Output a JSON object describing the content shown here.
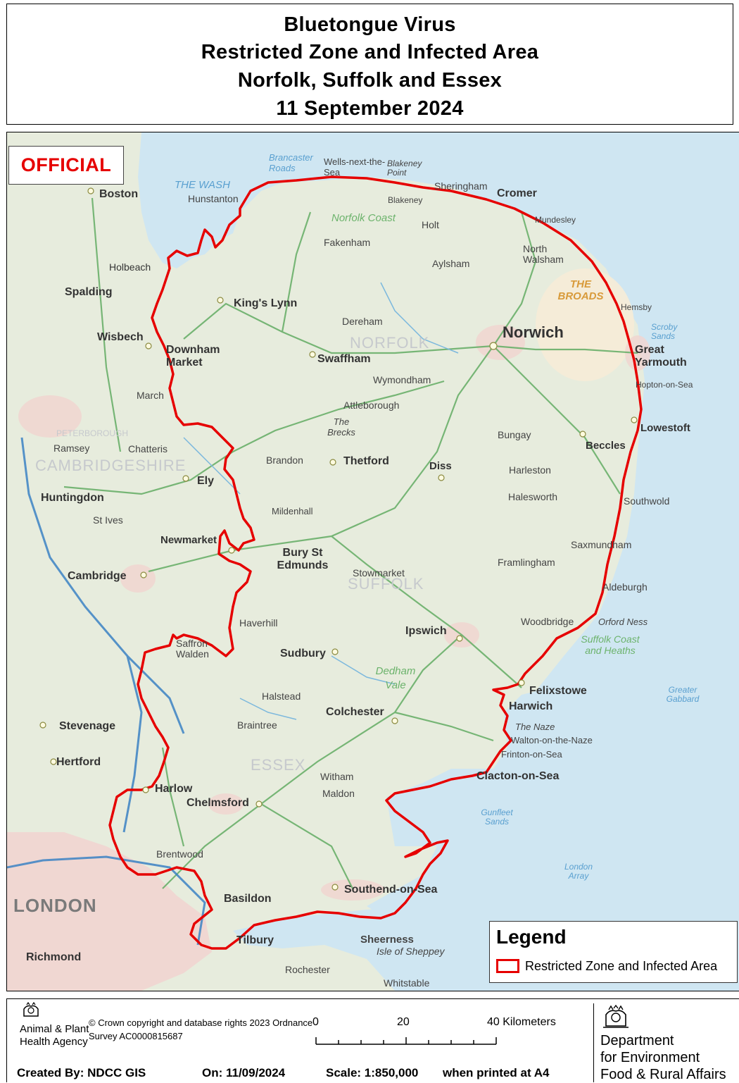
{
  "title": {
    "line1": "Bluetongue Virus",
    "line2": "Restricted Zone and Infected Area",
    "line3": "Norfolk, Suffolk and Essex",
    "line4": "11 September 2024"
  },
  "classification": "OFFICIAL",
  "legend": {
    "title": "Legend",
    "item_label": "Restricted Zone and Infected Area",
    "item_color": "#e60000"
  },
  "colors": {
    "sea": "#cfe6f2",
    "land": "#e7ecdd",
    "boundary": "#e60000",
    "urban": "#f1d5d0",
    "broads": "#f6ecd7"
  },
  "place_labels": {
    "boston": "Boston",
    "spalding": "Spalding",
    "holbeach": "Holbeach",
    "wisbech": "Wisbech",
    "kings_lynn": "King's Lynn",
    "downham": "Downham Market",
    "hunstanton": "Hunstanton",
    "the_wash": "THE WASH",
    "brancaster": "Brancaster Roads",
    "wells": "Wells-next-the-Sea",
    "blakeney_point": "Blakeney Point",
    "blakeney": "Blakeney",
    "sheringham": "Sheringham",
    "cromer": "Cromer",
    "mundesley": "Mundesley",
    "north_walsham": "North Walsham",
    "the_broads": "THE BROADS",
    "hemsby": "Hemsby",
    "scroby": "Scroby Sands",
    "great_yarmouth": "Great Yarmouth",
    "hopton": "Hopton-on-Sea",
    "lowestoft": "Lowestoft",
    "beccles": "Beccles",
    "southwold": "Southwold",
    "norwich": "Norwich",
    "norfolk": "NORFOLK",
    "norfolk_coast": "Norfolk Coast",
    "fakenham": "Fakenham",
    "aylsham": "Aylsham",
    "dereham": "Dereham",
    "swaffham": "Swaffham",
    "wymondham": "Wymondham",
    "attleborough": "Attleborough",
    "thetford": "Thetford",
    "diss": "Diss",
    "the_brecks": "The Brecks",
    "brandon": "Brandon",
    "bungay": "Bungay",
    "harleston": "Harleston",
    "halesworth": "Halesworth",
    "ely": "Ely",
    "cambridgeshire": "CAMBRIDGESHIRE",
    "huntingdon": "Huntingdon",
    "cambridge": "Cambridge",
    "newmarket": "Newmarket",
    "bury": "Bury St Edmunds",
    "mildenhall": "Mildenhall",
    "suffolk": "SUFFOLK",
    "stowmarket": "Stowmarket",
    "framlingham": "Framlingham",
    "saxmundham": "Saxmundham",
    "aldeburgh": "Aldeburgh",
    "orford_ness": "Orford Ness",
    "woodbridge": "Woodbridge",
    "ipswich": "Ipswich",
    "felixstowe": "Felixstowe",
    "harwich": "Harwich",
    "suffolk_coast": "Suffolk Coast and Heaths",
    "dedham": "Dedham Vale",
    "sudbury": "Sudbury",
    "haverhill": "Haverhill",
    "saffron": "Saffron Walden",
    "colchester": "Colchester",
    "the_naze": "The Naze",
    "walton": "Walton-on-the-Naze",
    "frinton": "Frinton-on-Sea",
    "clacton": "Clacton-on-Sea",
    "essex": "ESSEX",
    "braintree": "Braintree",
    "halstead": "Halstead",
    "chelmsford": "Chelmsford",
    "harlow": "Harlow",
    "maldon": "Maldon",
    "witham": "Witham",
    "brentwood": "Brentwood",
    "basildon": "Basildon",
    "southend": "Southend-on-Sea",
    "london": "LONDON",
    "tilbury": "Tilbury",
    "sheerness": "Sheerness",
    "isle_sheppey": "Isle of Sheppey",
    "stevenage": "Stevenage",
    "hertford": "Hertford",
    "greater_gabbard": "Greater Gabbard",
    "gunfleet": "Gunfleet Sands",
    "london_array": "London Array",
    "rochester": "Rochester",
    "whitstable": "Whitstable",
    "richmond": "Richmond",
    "holt": "Holt",
    "st_ives": "St Ives",
    "peterborough": "PETERBOROUGH",
    "ramsey": "Ramsey",
    "march": "March",
    "chatteris": "Chatteris"
  },
  "footer": {
    "agency": "Animal & Plant Health Agency",
    "copyright": "© Crown copyright and database rights 2023 Ordnance Survey AC0000815687",
    "scale_0": "0",
    "scale_20": "20",
    "scale_40": "40 Kilometers",
    "created_by": "Created By: NDCC GIS",
    "on_date": "On: 11/09/2024",
    "scale": "Scale: 1:850,000",
    "printed": "when printed at A4",
    "defra_line1": "Department",
    "defra_line2": "for Environment",
    "defra_line3": "Food & Rural Affairs"
  }
}
